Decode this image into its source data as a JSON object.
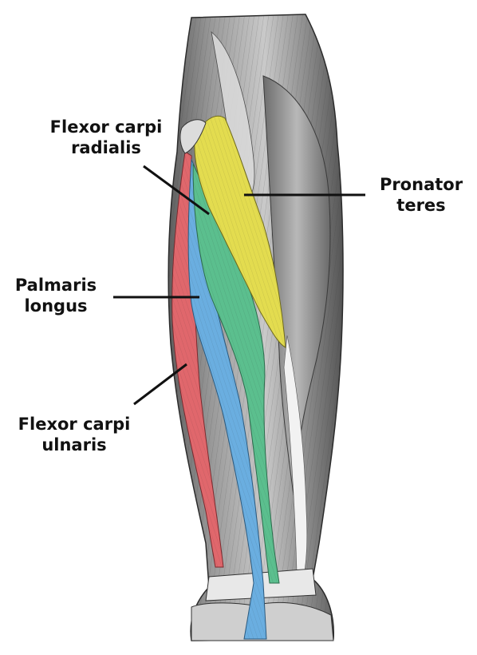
{
  "labels": {
    "flexor_carpi_radialis": {
      "line1": "Flexor carpi",
      "line2": "radialis"
    },
    "pronator_teres": {
      "line1": "Pronator",
      "line2": "teres"
    },
    "palmaris_longus": {
      "line1": "Palmaris",
      "line2": "longus"
    },
    "flexor_carpi_ulnaris": {
      "line1": "Flexor carpi",
      "line2": "ulnaris"
    }
  },
  "colors": {
    "pronator_teres": "#e3dc4f",
    "flexor_carpi_radialis": "#5bbf8e",
    "palmaris_longus": "#6aaee0",
    "flexor_carpi_ulnaris": "#e0676c",
    "muscle_base": "#8d8d8d",
    "leader_line": "#111111"
  }
}
